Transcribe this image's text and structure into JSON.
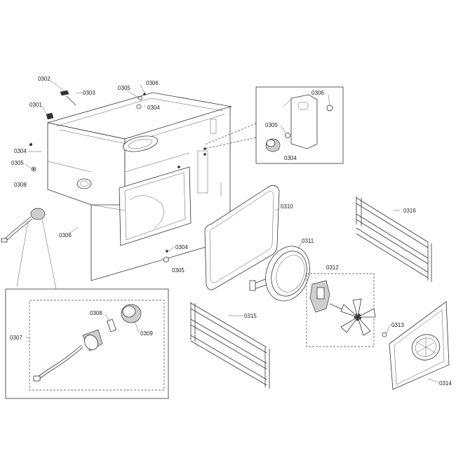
{
  "labels": {
    "l0302": "0302",
    "l0303": "0303",
    "l0301": "0301",
    "l0304a": "0304",
    "l0305a": "0305",
    "l0308a": "0308",
    "l0306a": "0306",
    "l0305b": "0305",
    "l0304b": "0304",
    "l0306b": "0306",
    "l0305c": "0305",
    "l0304c": "0304",
    "l0310": "0310",
    "l0316": "0316",
    "l0311": "0311",
    "l0312": "0312",
    "l0306c": "0306",
    "l0304d": "0304",
    "l0305d": "0305",
    "l0315": "0315",
    "l0313": "0313",
    "l0314": "0314",
    "l0308b": "0308",
    "l0309": "0309",
    "l0307": "0307"
  }
}
